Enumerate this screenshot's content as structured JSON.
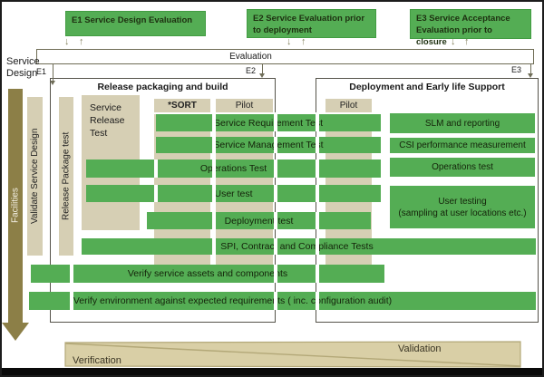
{
  "colors": {
    "green": "#54ad54",
    "tan": "#d6cfb4",
    "olive": "#8c7f47",
    "band_tan": "#d9cfa6",
    "text_dark": "#1a1a1a"
  },
  "icons": {
    "down_arrow": "↓",
    "up_arrow": "↑"
  },
  "top_boxes": {
    "e1": "E1 Service Design Evaluation",
    "e2": "E2 Service Evaluation prior to deployment",
    "e3": "E3 Service Acceptance Evaluation prior to closure"
  },
  "evaluation": {
    "label": "Evaluation"
  },
  "gates": {
    "e1": "E1",
    "e2": "E2",
    "e3": "E3"
  },
  "left_rail": {
    "service_design": "Service Design",
    "facilities": "Facilities",
    "validate_service_design": "Validate Service Design",
    "release_package_test": "Release Package test"
  },
  "containers": {
    "release_title": "Release packaging and build",
    "deployment_title": "Deployment and Early life Support"
  },
  "columns": {
    "service_release_test": "Service Release Test",
    "sort": "*SORT",
    "pilot_left": "Pilot",
    "pilot_right": "Pilot"
  },
  "bars": {
    "service_requirement_test": "Service Requirement Test",
    "service_management_test": "Service Management Test",
    "operations_test": "Operations Test",
    "user_test": "User test",
    "deployment_test": "Deployment test",
    "spi_contract": "SPI, Contract and Compliance Tests",
    "verify_assets": "Verify service assets and components",
    "verify_environment": "Verify environment against expected requirements ( inc. configuration audit)"
  },
  "right_boxes": {
    "slm": "SLM and reporting",
    "csi": "CSI performance measurement",
    "operations": "Operations test",
    "user_testing_line1": "User testing",
    "user_testing_line2": "(sampling at user locations etc.)"
  },
  "wedge": {
    "verification": "Verification",
    "validation": "Validation"
  }
}
